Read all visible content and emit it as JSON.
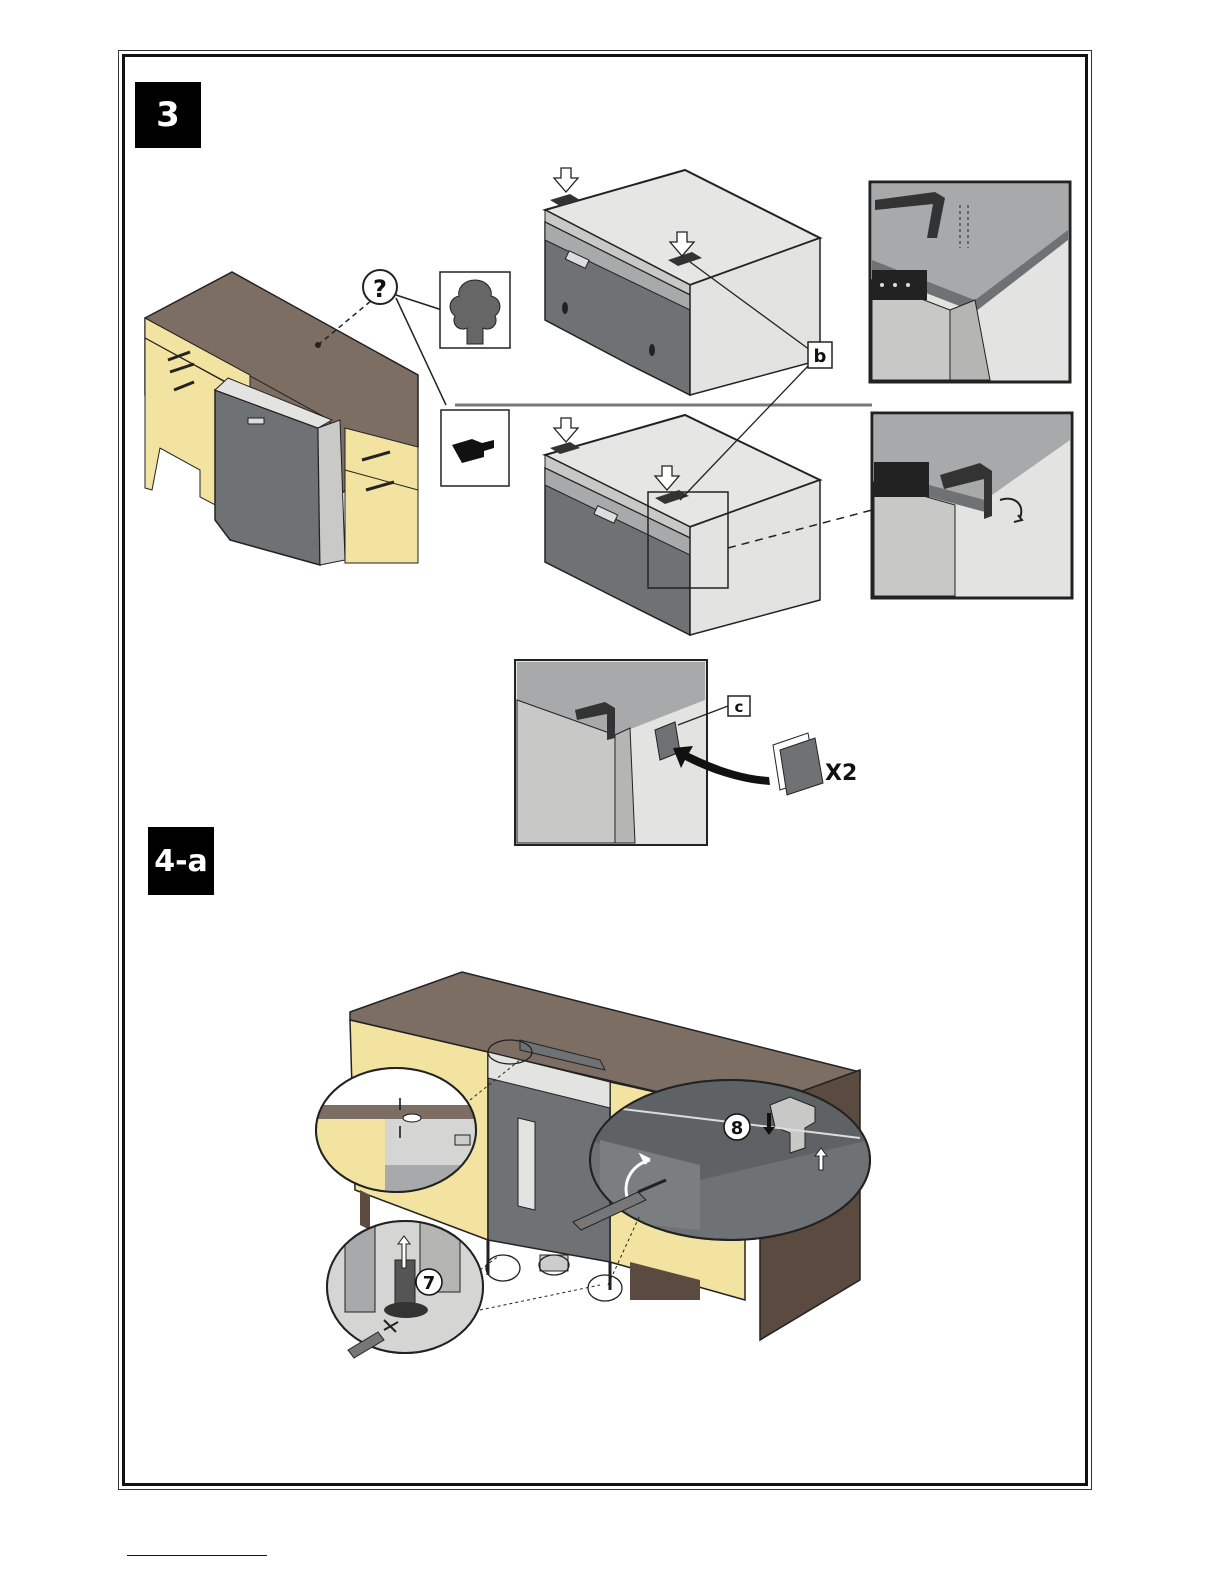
{
  "steps": {
    "step3_label": "3",
    "step4a_label": "4-a"
  },
  "callouts": {
    "question": "?",
    "b": "b",
    "c": "c",
    "x2": "X2",
    "n7": "7",
    "n8": "8"
  },
  "icons": {
    "wood_worktop": "tree-icon",
    "other_worktop": "bracket-icon",
    "press_down": "down-arrow-icon"
  },
  "colors": {
    "worktop": "#7d6e64",
    "cabinet_front": "#f3e3a0",
    "appliance_grey": "#a3a5a6",
    "appliance_dark": "#6e7274",
    "panel_light": "#e3e3e1",
    "badge_bg": "#000000"
  }
}
